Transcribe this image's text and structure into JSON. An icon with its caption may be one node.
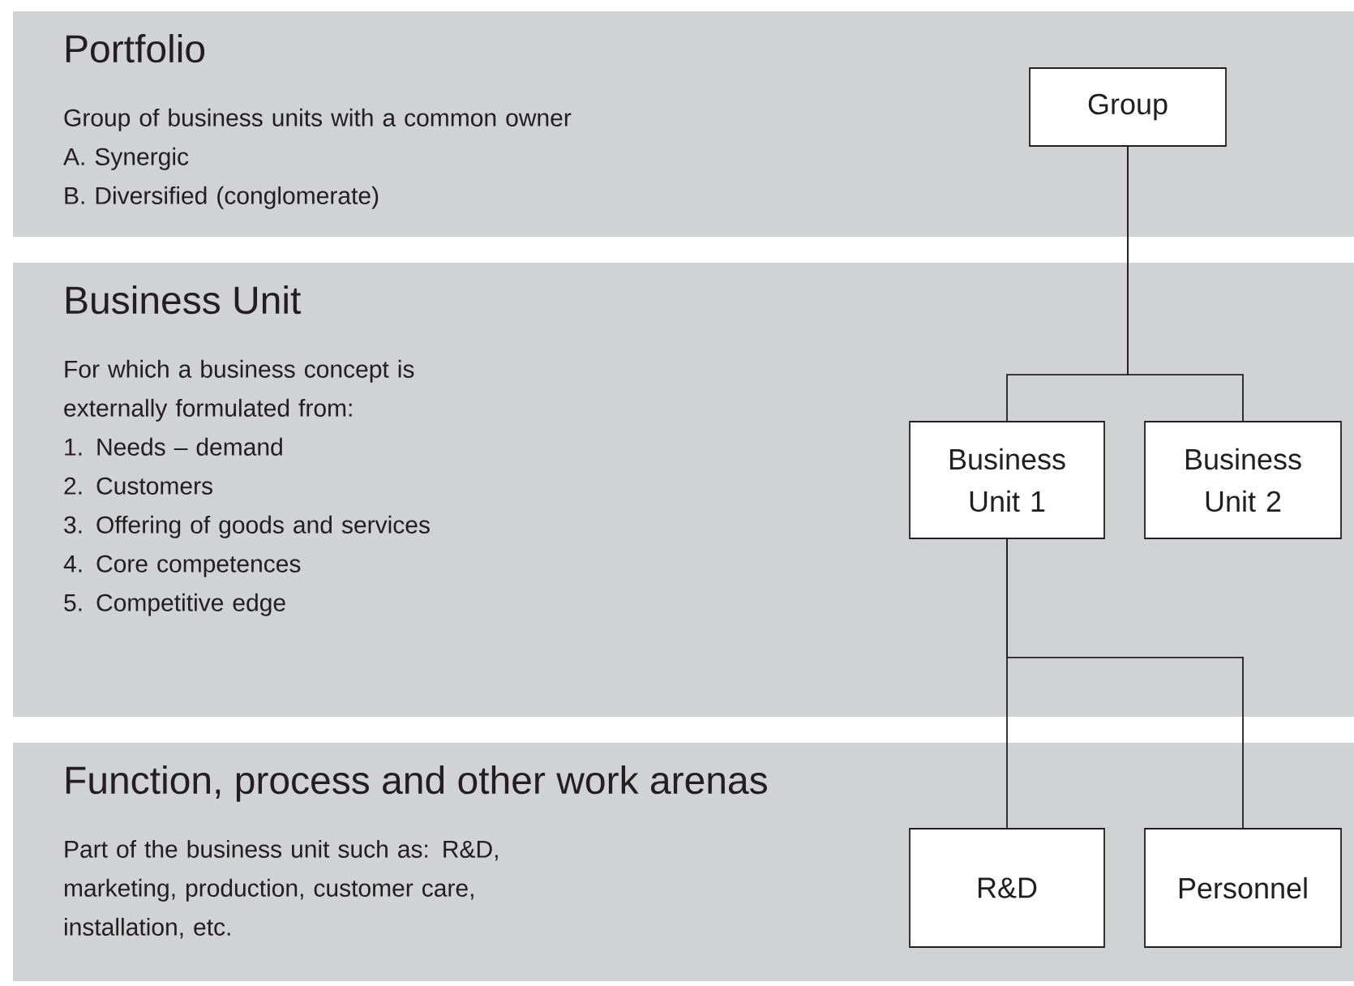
{
  "diagram": {
    "nodes": [
      {
        "text": [
          "Portfolio",
          "Group of business units with a common owner",
          "A. Synergic",
          "B. Diversified (conglomerate)"
        ]
      },
      {
        "text": [
          "Group"
        ],
        "in": 0
      },
      {
        "text": [
          "Business Unit",
          "For which a business concept is externally formulated from:",
          "1. Needs – demand",
          "2. Customers",
          "3. Offering of goods and services",
          "4. Core competences",
          "5. Competitive edge"
        ]
      },
      {
        "text": [
          "Business Unit 1"
        ],
        "in": 2
      },
      {
        "text": [
          "Business Unit 2"
        ],
        "in": 2
      },
      {
        "text": [
          "Function, process and other work arenas",
          "Part of the business unit such as: R&D, marketing, production, customer care, installation, etc."
        ]
      },
      {
        "text": [
          "R&D"
        ],
        "in": 5
      },
      {
        "text": [
          "Personnel"
        ],
        "in": 5
      }
    ],
    "edges": [
      {
        "from": 1,
        "to": 3,
        "arrow": "none"
      },
      {
        "from": 1,
        "to": 4,
        "arrow": "none"
      },
      {
        "from": 3,
        "to": 6,
        "arrow": "none"
      },
      {
        "from": 3,
        "to": 7,
        "arrow": "none"
      }
    ]
  }
}
